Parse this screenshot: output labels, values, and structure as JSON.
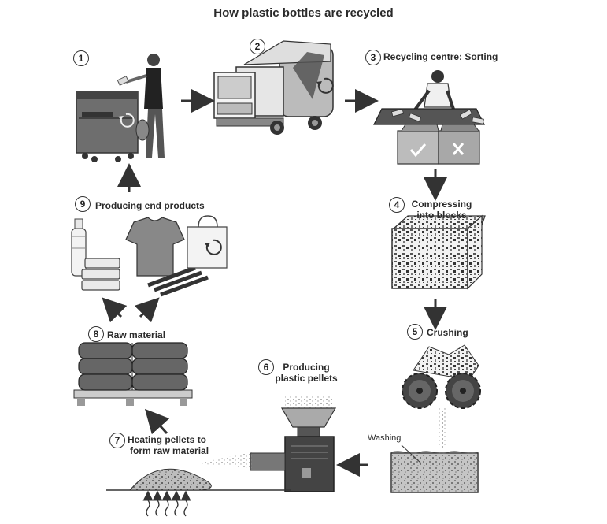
{
  "title": "How plastic bottles are recycled",
  "steps": [
    {
      "num": "1",
      "label": ""
    },
    {
      "num": "2",
      "label": ""
    },
    {
      "num": "3",
      "label": "Recycling centre: Sorting"
    },
    {
      "num": "4",
      "label_line1": "Compressing",
      "label_line2": "into blocks"
    },
    {
      "num": "5",
      "label": "Crushing"
    },
    {
      "num": "6",
      "label_line1": "Producing",
      "label_line2": "plastic pellets"
    },
    {
      "num": "7",
      "label_line1": "Heating pellets to",
      "label_line2": "form raw material"
    },
    {
      "num": "8",
      "label": "Raw material"
    },
    {
      "num": "9",
      "label": "Producing end products"
    }
  ],
  "annotations": {
    "washing": "Washing"
  },
  "icons": [
    "recycle-icon",
    "check-icon",
    "cross-icon",
    "arrow-icon",
    "heat-icon"
  ]
}
